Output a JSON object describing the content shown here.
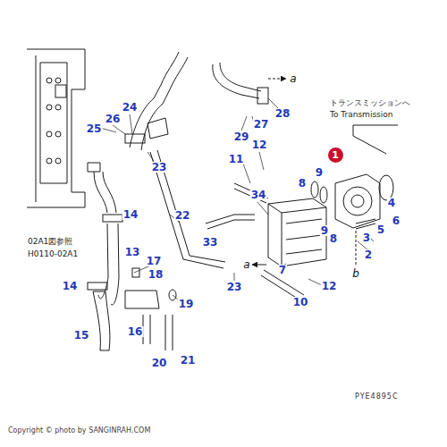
{
  "diagram": {
    "nodes": [
      {
        "text": [
          "1"
        ]
      }
    ],
    "labels": [
      "28",
      "27",
      "29",
      "24",
      "26",
      "25",
      "23",
      "12",
      "11",
      "9",
      "8",
      "9",
      "8",
      "34",
      "4",
      "6",
      "5",
      "3",
      "2",
      "22",
      "14",
      "33",
      "13",
      "17",
      "18",
      "7",
      "12",
      "23",
      "19",
      "14",
      "10",
      "16",
      "15",
      "20",
      "21",
      "a",
      "a",
      "b",
      "トランスミッションへ",
      "To Transmission",
      "02A1図参照",
      "H0110-02A1",
      "PYE4895C",
      "Copyright © photo by SANGINRAH.COM"
    ]
  }
}
